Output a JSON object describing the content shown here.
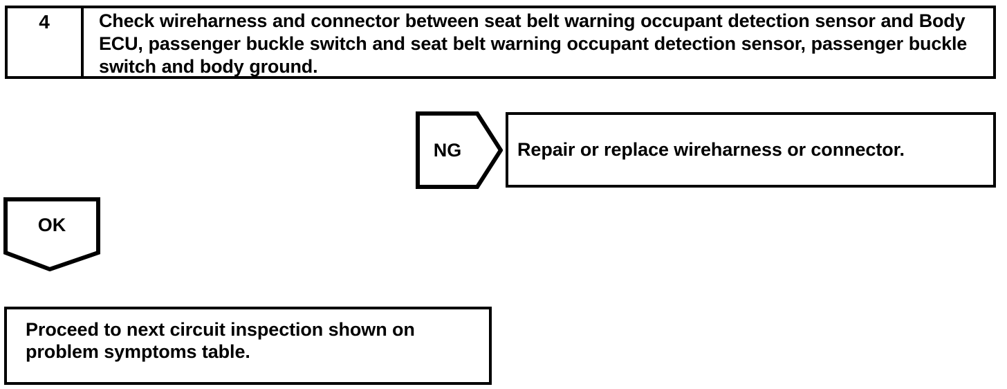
{
  "document": {
    "type": "troubleshooting-flowchart",
    "colors": {
      "ink": "#000000",
      "background": "#ffffff"
    }
  },
  "step": {
    "number": "4",
    "instruction": "Check wireharness and connector between seat belt warning occupant detection sensor and Body ECU, passenger buckle switch and seat belt warning occupant detection sensor, passenger buckle switch and body ground."
  },
  "branches": {
    "ng": {
      "label": "NG",
      "result_text": "Repair or replace wireharness or connector."
    },
    "ok": {
      "label": "OK",
      "result_text": "Proceed to next circuit inspection shown on problem symptoms table."
    }
  }
}
